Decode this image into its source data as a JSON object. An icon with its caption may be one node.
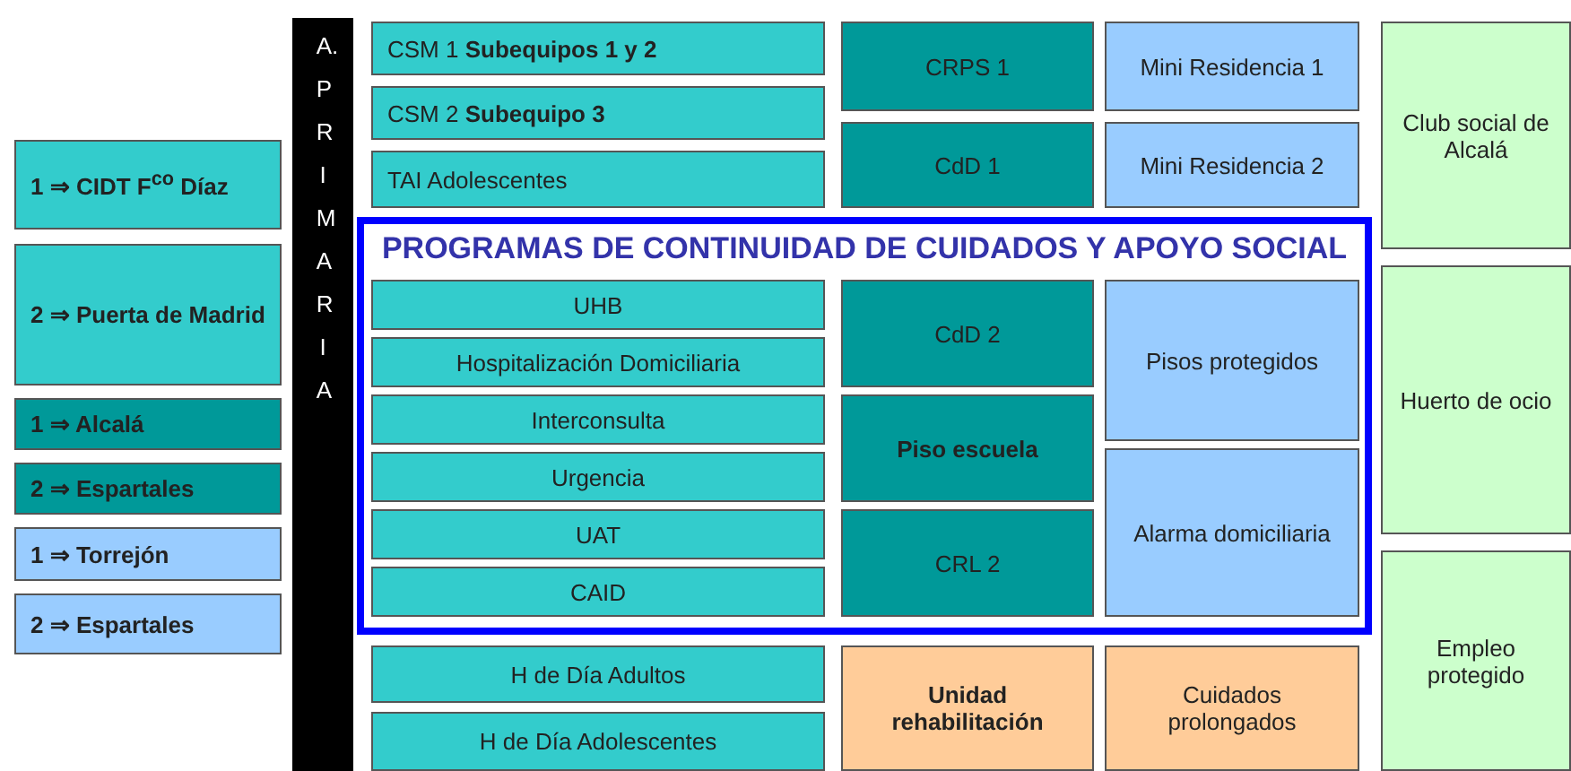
{
  "diagram": {
    "nodes": [
      {
        "text": [
          "1 ⇒ CIDT F$^{co}$ Díaz"
        ]
      },
      {
        "text": [
          "2 ⇒ Puerta de Madrid"
        ]
      },
      {
        "text": [
          "1 ⇒ Alcalá"
        ]
      },
      {
        "text": [
          "2 ⇒ Espartales"
        ]
      },
      {
        "text": [
          "1 ⇒ Torrejón"
        ]
      },
      {
        "text": [
          "2 ⇒ Espartales"
        ]
      },
      {
        "text": [
          "A.PRIMARIA"
        ]
      },
      {
        "text": [
          "PROGRAMAS DE CONTINUIDAD DE CUIDADOS Y APOYO SOCIAL"
        ]
      },
      {
        "text": [
          "CSM 1 **Subequipos 1 y 2**"
        ]
      },
      {
        "text": [
          "CSM 2 **Subequipo 3**"
        ]
      },
      {
        "text": [
          "TAI Adolescentes"
        ]
      },
      {
        "text": [
          "UHB"
        ],
        "in": 7
      },
      {
        "text": [
          "Hospitalización Domiciliaria"
        ],
        "in": 7
      },
      {
        "text": [
          "Interconsulta"
        ],
        "in": 7
      },
      {
        "text": [
          "Urgencia"
        ],
        "in": 7
      },
      {
        "text": [
          "UAT"
        ],
        "in": 7
      },
      {
        "text": [
          "CAID"
        ],
        "in": 7
      },
      {
        "text": [
          "H de Día Adultos"
        ]
      },
      {
        "text": [
          "H de Día Adolescentes"
        ]
      },
      {
        "text": [
          "CRPS 1"
        ]
      },
      {
        "text": [
          "CdD 1"
        ]
      },
      {
        "text": [
          "CdD 2"
        ],
        "in": 7
      },
      {
        "text": [
          "Piso escuela"
        ],
        "in": 7
      },
      {
        "text": [
          "CRL 2"
        ],
        "in": 7
      },
      {
        "text": [
          "Unidad rehabilitación"
        ]
      },
      {
        "text": [
          "Mini Residencia 1"
        ]
      },
      {
        "text": [
          "Mini Residencia 2"
        ]
      },
      {
        "text": [
          "Pisos protegidos"
        ],
        "in": 7
      },
      {
        "text": [
          "Alarma domiciliaria"
        ],
        "in": 7
      },
      {
        "text": [
          "Cuidados prolongados"
        ]
      },
      {
        "text": [
          "Club social de Alcalá"
        ]
      },
      {
        "text": [
          "Huerto de ocio"
        ]
      },
      {
        "text": [
          "Empleo protegido"
        ]
      }
    ],
    "edges": []
  }
}
